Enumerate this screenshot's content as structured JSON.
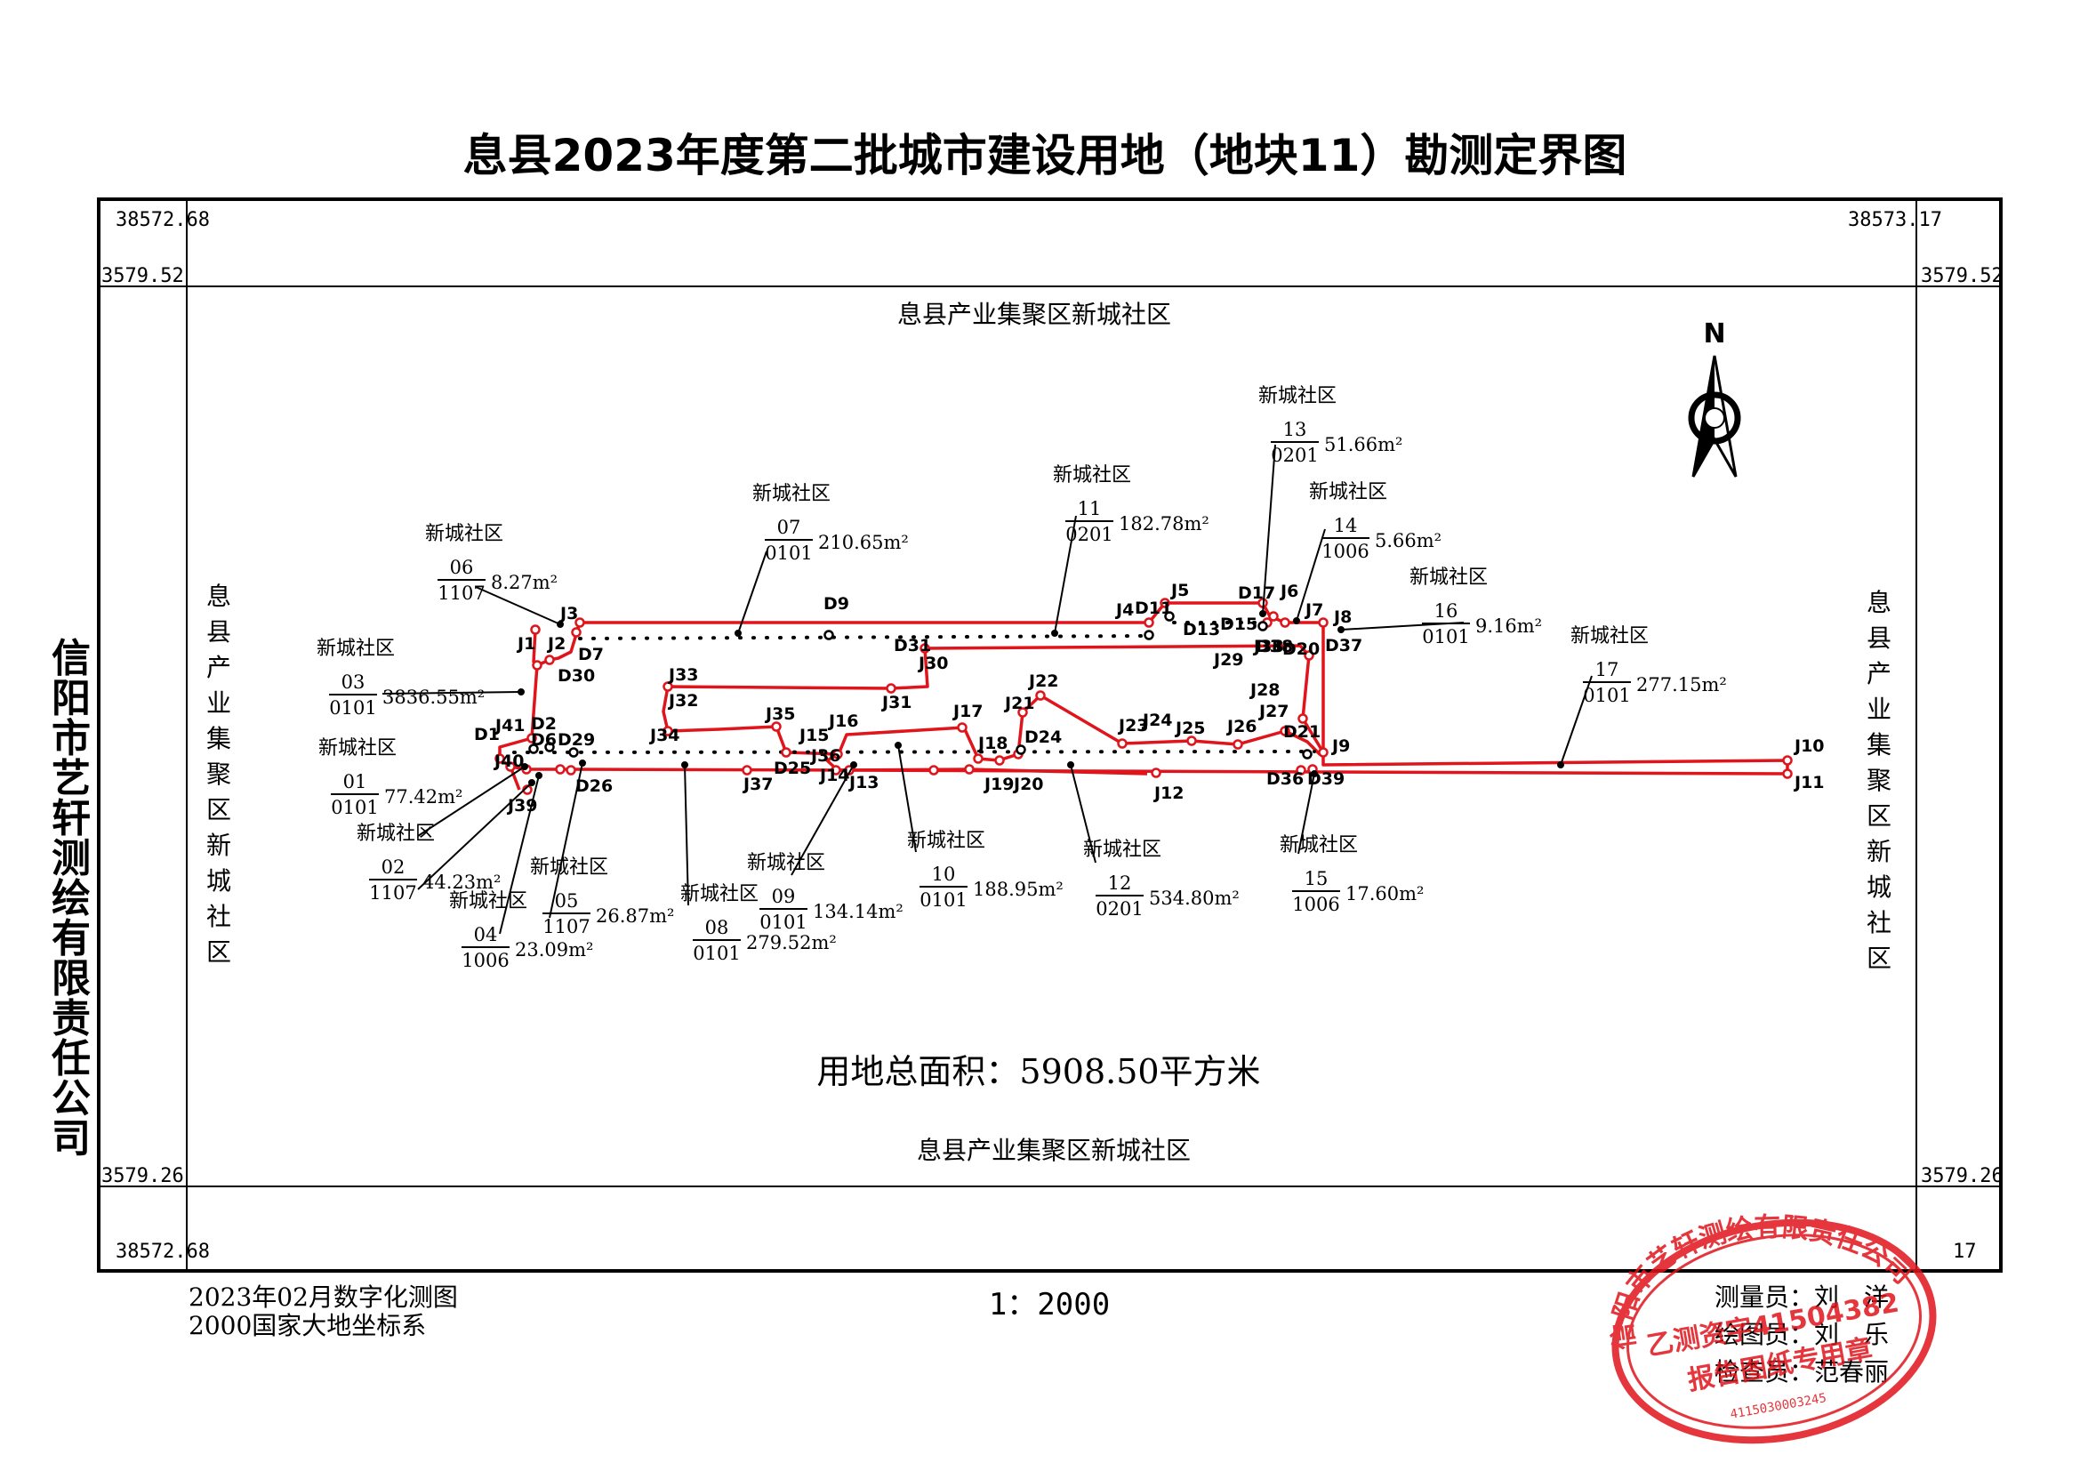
{
  "title": "息县2023年度第二批城市建设用地（地块11）勘测定界图",
  "company": "信阳市艺轩测绘有限责任公司",
  "corner_coords": {
    "top_left_x": "38572.68",
    "top_right_x": "38573.17",
    "top_left_y": "3579.52",
    "top_right_y": "3579.52",
    "bottom_left_y": "3579.26",
    "bottom_right_y": "3579.26",
    "bottom_left_x": "38572.68",
    "bottom_right_x": "17"
  },
  "border_labels": {
    "top": "息县产业集聚区新城社区",
    "bottom": "息县产业集聚区新城社区",
    "left": "息县产业集聚区新城社区",
    "right": "息县产业集聚区新城社区"
  },
  "north_label": "N",
  "total_area": "用地总面积：5908.50平方米",
  "footer": {
    "date": "2023年02月数字化测图",
    "coord_system": "2000国家大地坐标系",
    "scale": "1：2000",
    "surveyor": "测量员：刘　洋",
    "drafter": "绘图员：刘　乐",
    "checker": "检查员：范春丽"
  },
  "stamp": {
    "company": "信阳市艺轩测绘有限责任公司",
    "cert": "乙测资字41504382",
    "usage": "报告图纸专用章",
    "serial": "4115030003245"
  },
  "parcels": [
    {
      "owner": "新城社区",
      "num": "01",
      "code": "0101",
      "area": "77.42m²"
    },
    {
      "owner": "新城社区",
      "num": "02",
      "code": "1107",
      "area": "44.23m²"
    },
    {
      "owner": "新城社区",
      "num": "03",
      "code": "0101",
      "area": "3836.55m²"
    },
    {
      "owner": "新城社区",
      "num": "04",
      "code": "1006",
      "area": "23.09m²"
    },
    {
      "owner": "新城社区",
      "num": "05",
      "code": "1107",
      "area": "26.87m²"
    },
    {
      "owner": "新城社区",
      "num": "06",
      "code": "1107",
      "area": "8.27m²"
    },
    {
      "owner": "新城社区",
      "num": "07",
      "code": "0101",
      "area": "210.65m²"
    },
    {
      "owner": "新城社区",
      "num": "08",
      "code": "0101",
      "area": "279.52m²"
    },
    {
      "owner": "新城社区",
      "num": "09",
      "code": "0101",
      "area": "134.14m²"
    },
    {
      "owner": "新城社区",
      "num": "10",
      "code": "0101",
      "area": "188.95m²"
    },
    {
      "owner": "新城社区",
      "num": "11",
      "code": "0201",
      "area": "182.78m²"
    },
    {
      "owner": "新城社区",
      "num": "12",
      "code": "0201",
      "area": "534.80m²"
    },
    {
      "owner": "新城社区",
      "num": "13",
      "code": "0201",
      "area": "51.66m²"
    },
    {
      "owner": "新城社区",
      "num": "14",
      "code": "1006",
      "area": "5.66m²"
    },
    {
      "owner": "新城社区",
      "num": "15",
      "code": "1006",
      "area": "17.60m²"
    },
    {
      "owner": "新城社区",
      "num": "16",
      "code": "0101",
      "area": "9.16m²"
    },
    {
      "owner": "新城社区",
      "num": "17",
      "code": "0101",
      "area": "277.15m²"
    }
  ],
  "points": [
    "J1",
    "J2",
    "J3",
    "J4",
    "J5",
    "J6",
    "J7",
    "J8",
    "J9",
    "J10",
    "J11",
    "J12",
    "J13",
    "J14",
    "J15",
    "J16",
    "J17",
    "J18",
    "J19",
    "J20",
    "J21",
    "J22",
    "J23",
    "J24",
    "J25",
    "J26",
    "J27",
    "J28",
    "J29",
    "J30",
    "J31",
    "J32",
    "J33",
    "J34",
    "J35",
    "J36",
    "J37",
    "J38",
    "J39",
    "J40",
    "J41",
    "D1",
    "D2",
    "D6",
    "D7",
    "D9",
    "D11",
    "D13",
    "D15",
    "D17",
    "D20",
    "D21",
    "D24",
    "D25",
    "D26",
    "D29",
    "D30",
    "D31",
    "D36",
    "D37",
    "D38",
    "D39"
  ]
}
